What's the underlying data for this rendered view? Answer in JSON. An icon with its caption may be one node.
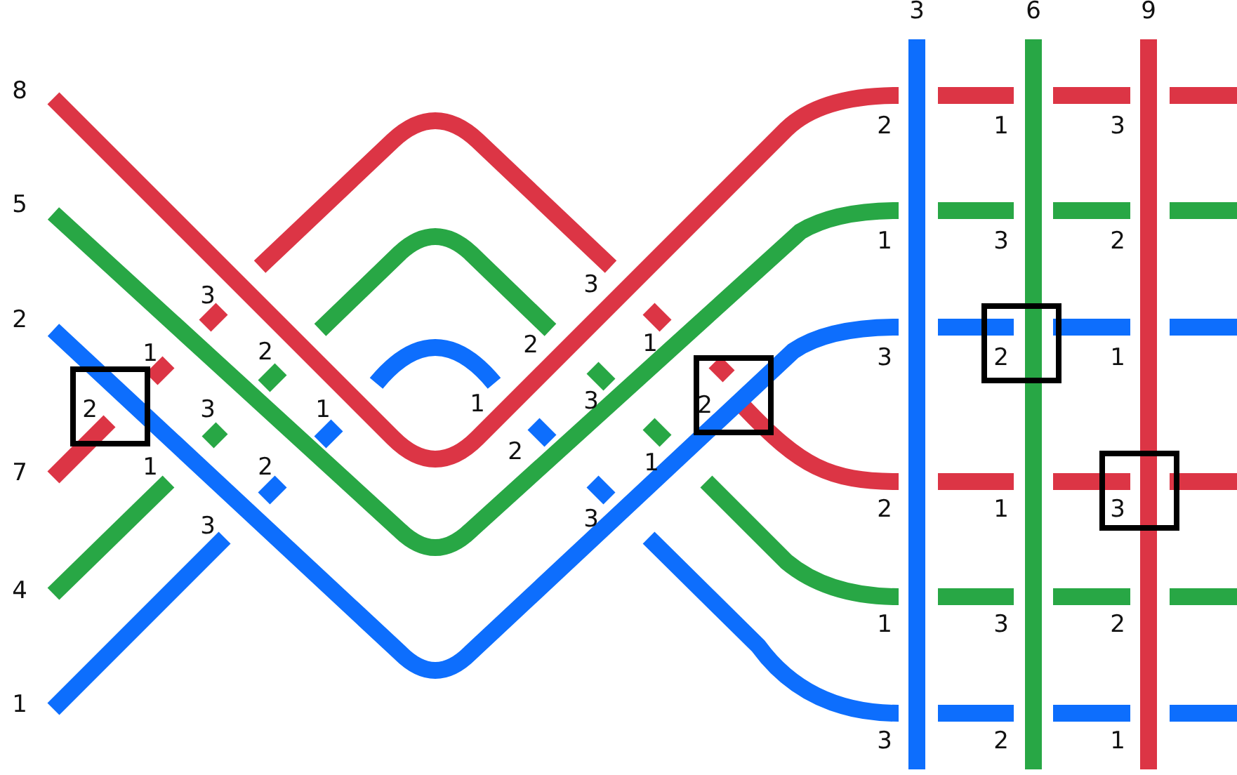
{
  "diagram": {
    "labels": [
      "3",
      "6",
      "9",
      "8",
      "2",
      "1",
      "3",
      "5",
      "1",
      "3",
      "2",
      "3",
      "3",
      "2",
      "1",
      "2",
      "2",
      "1",
      "3",
      "2",
      "1",
      "2",
      "3",
      "1",
      "1",
      "3",
      "2",
      "1",
      "2",
      "2",
      "1",
      "7",
      "2",
      "1",
      "3",
      "3",
      "3",
      "4",
      "1",
      "3",
      "2",
      "1",
      "3",
      "2",
      "1"
    ]
  }
}
